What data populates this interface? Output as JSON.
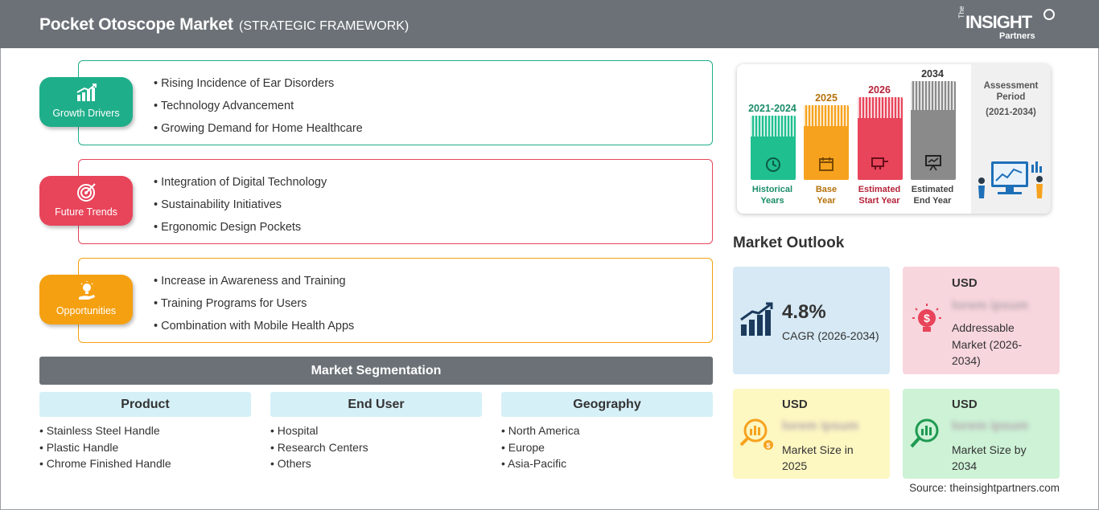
{
  "header": {
    "title": "Pocket Otoscope Market",
    "subtitle": "(STRATEGIC FRAMEWORK)",
    "logo_the": "The",
    "logo_main": "INSIGHT",
    "logo_sub": "Partners"
  },
  "framework": [
    {
      "label": "Growth Drivers",
      "color": "#1fae8a",
      "icon": "growth-chart-icon",
      "items": [
        "Rising Incidence of Ear Disorders",
        "Technology Advancement",
        "Growing Demand for Home Healthcare"
      ]
    },
    {
      "label": "Future Trends",
      "color": "#e8445a",
      "icon": "target-icon",
      "items": [
        "Integration of Digital Technology",
        "Sustainability Initiatives",
        "Ergonomic Design Pockets"
      ]
    },
    {
      "label": "Opportunities",
      "color": "#f5a011",
      "icon": "lightbulb-hand-icon",
      "items": [
        "Increase in Awareness and Training",
        "Training Programs for Users",
        "Combination with Mobile Health Apps"
      ]
    }
  ],
  "segmentation": {
    "title": "Market Segmentation",
    "columns": [
      {
        "head": "Product",
        "items": [
          "Stainless Steel Handle",
          "Plastic Handle",
          "Chrome Finished Handle"
        ]
      },
      {
        "head": "End User",
        "items": [
          "Hospital",
          "Research Centers",
          "Others"
        ]
      },
      {
        "head": "Geography",
        "items": [
          "North America",
          "Europe",
          "Asia-Pacific"
        ]
      }
    ]
  },
  "timeline": {
    "periods": [
      {
        "year": "2021-2024",
        "label_1": "Historical",
        "label_2": "Years",
        "color": "#1fbf90",
        "label_color": "#1a8c68",
        "icon": "history-icon"
      },
      {
        "year": "2025",
        "label_1": "Base",
        "label_2": "Year",
        "color": "#f6a21e",
        "label_color": "#b5720a",
        "icon": "calendar-icon"
      },
      {
        "year": "2026",
        "label_1": "Estimated",
        "label_2": "Start Year",
        "color": "#e8445a",
        "label_color": "#b5233a",
        "icon": "start-flag-icon"
      },
      {
        "year": "2034",
        "label_1": "Estimated",
        "label_2": "End Year",
        "color": "#8a8a8a",
        "label_color": "#444444",
        "icon": "presentation-icon"
      }
    ],
    "assessment_1": "Assessment",
    "assessment_2": "Period",
    "assessment_3": "(2021-2034)"
  },
  "outlook": {
    "title": "Market Outlook",
    "cagr": {
      "value": "4.8%",
      "label": "CAGR (2026-2034)",
      "color": "#d6e9f5",
      "icon": "growth-bars-icon"
    },
    "addressable": {
      "usd": "USD",
      "value": "lorem ipsum",
      "label_1": "Addressable",
      "label_2": "Market (2026-",
      "label_3": "2034)",
      "color": "#f8d6de",
      "icon": "dollar-bulb-icon"
    },
    "size_2025": {
      "usd": "USD",
      "value": "lorem ipsum",
      "label_1": "Market Size in",
      "label_2": "2025",
      "color": "#fdf7c2",
      "icon": "money-search-icon"
    },
    "size_2034": {
      "usd": "USD",
      "value": "lorem ipsum",
      "label_1": "Market Size by",
      "label_2": "2034",
      "color": "#cdf2d6",
      "icon": "chart-search-icon"
    }
  },
  "source": "Source: theinsightpartners.com"
}
